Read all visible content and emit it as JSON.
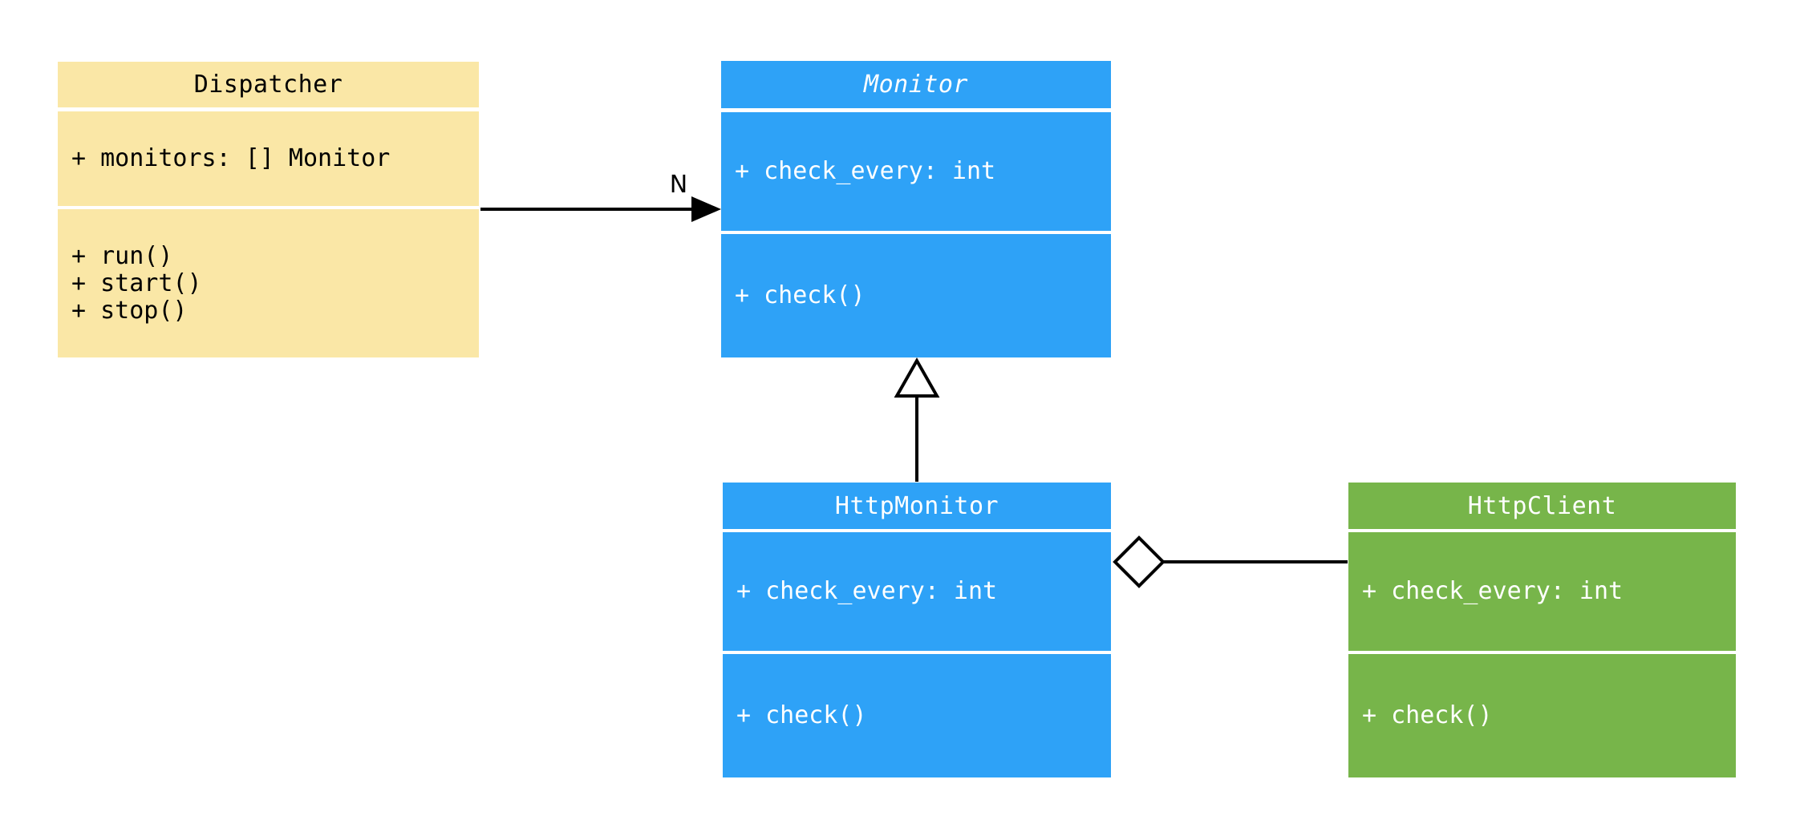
{
  "diagram": {
    "type": "uml-class-diagram",
    "background": "#FFFFFF",
    "edge_color": "#000000",
    "classes": [
      {
        "name": "Dispatcher",
        "abstract": false,
        "fill": "#FAE7A6",
        "text_color": "#000000",
        "attributes": [
          "+ monitors: [] Monitor"
        ],
        "methods": [
          "+ run()",
          "+ start()",
          "+ stop()"
        ]
      },
      {
        "name": "Monitor",
        "abstract": true,
        "fill": "#2EA2F7",
        "text_color": "#FFFFFF",
        "attributes": [
          "+ check_every: int"
        ],
        "methods": [
          "+ check()"
        ]
      },
      {
        "name": "HttpMonitor",
        "abstract": false,
        "fill": "#2EA2F7",
        "text_color": "#FFFFFF",
        "attributes": [
          "+ check_every: int"
        ],
        "methods": [
          "+ check()"
        ]
      },
      {
        "name": "HttpClient",
        "abstract": false,
        "fill": "#77B54A",
        "text_color": "#FFFFFF",
        "attributes": [
          "+ check_every: int"
        ],
        "methods": [
          "+ check()"
        ]
      }
    ],
    "edges": [
      {
        "from": "Dispatcher",
        "to": "Monitor",
        "type": "association",
        "arrow": "filled-arrowhead",
        "label": "N"
      },
      {
        "from": "HttpMonitor",
        "to": "Monitor",
        "type": "inheritance",
        "arrow": "hollow-triangle",
        "label": ""
      },
      {
        "from": "HttpMonitor",
        "to": "HttpClient",
        "type": "aggregation",
        "arrow": "hollow-diamond",
        "label": ""
      }
    ]
  }
}
